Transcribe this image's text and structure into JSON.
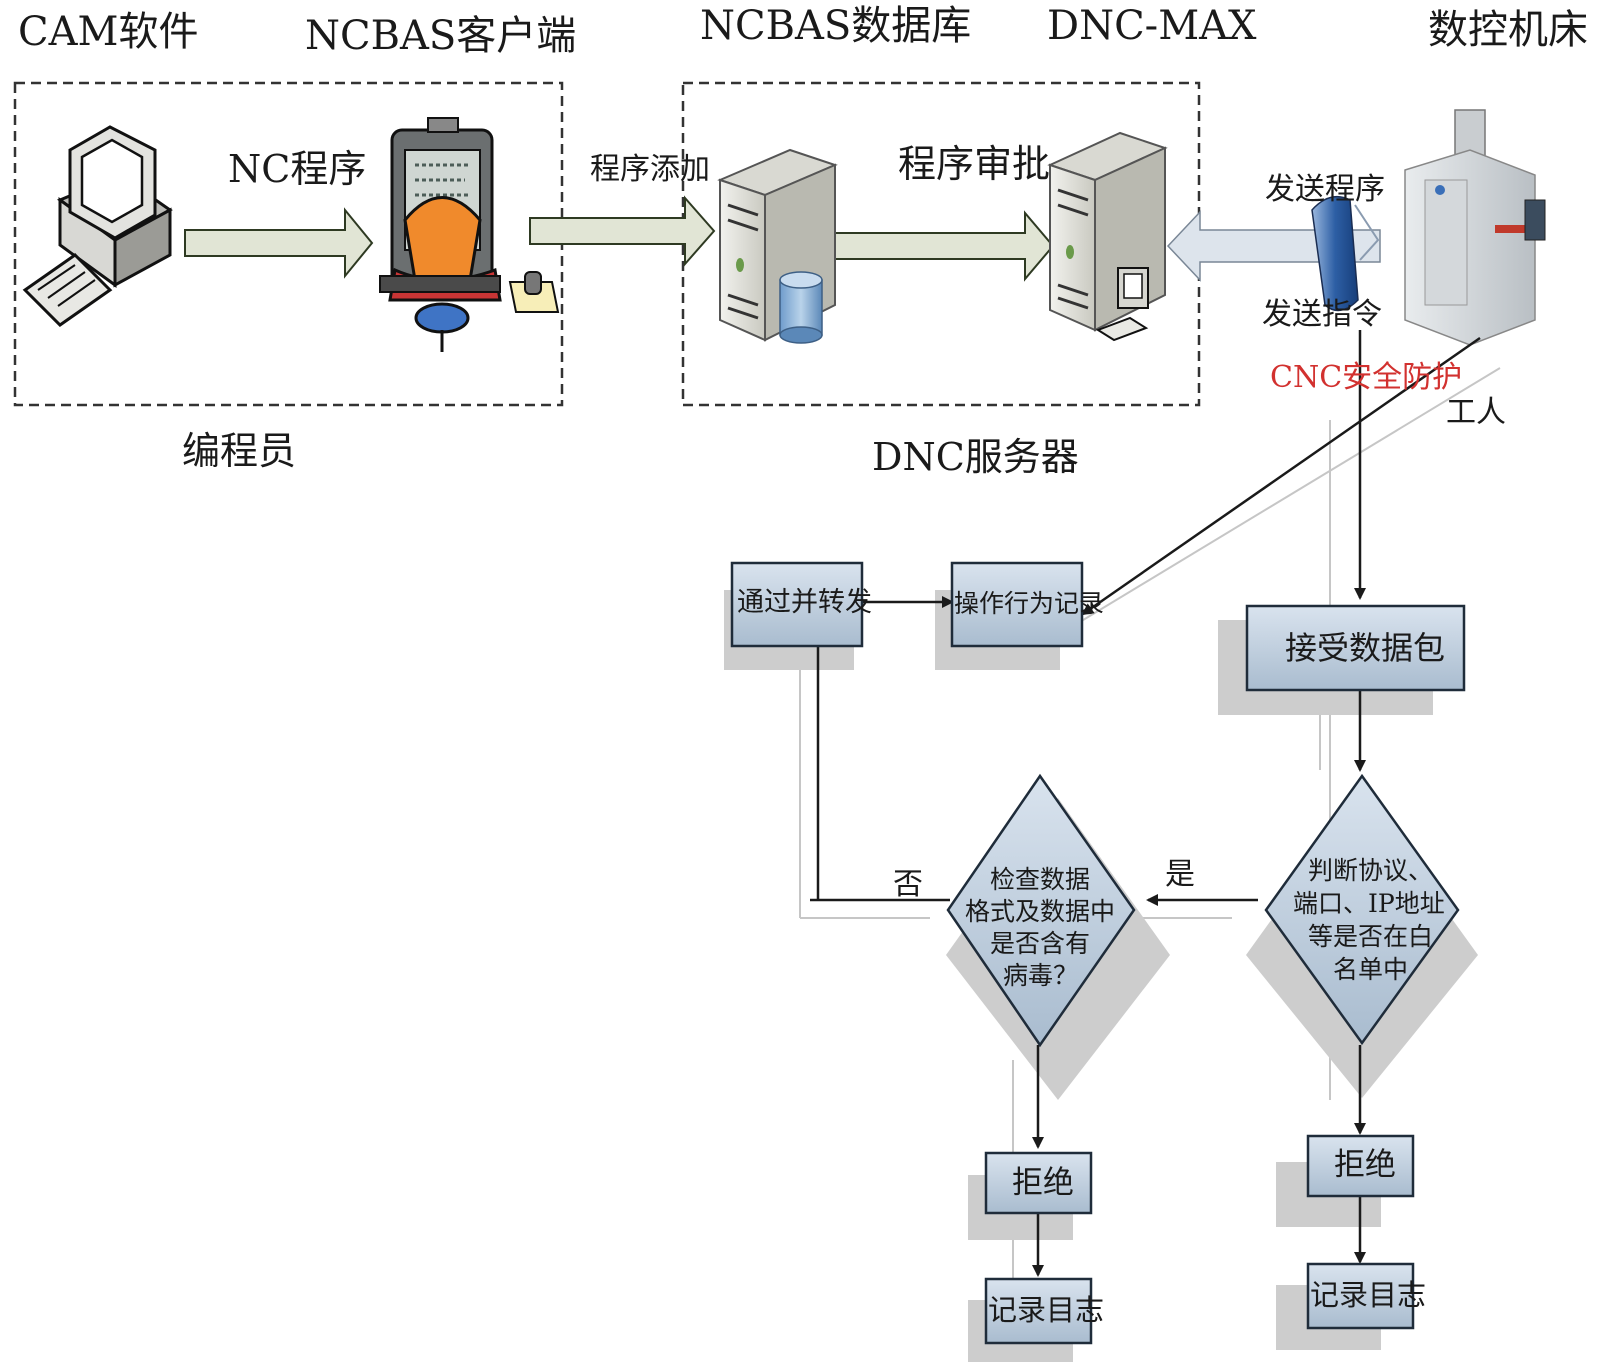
{
  "headers": {
    "cam": "CAM软件",
    "client": "NCBAS客户端",
    "db": "NCBAS数据库",
    "dnc_max": "DNC-MAX",
    "machine": "数控机床"
  },
  "arrows": {
    "nc_program": "NC程序",
    "add_program": "程序添加",
    "approval": "程序审批",
    "send_program": "发送程序",
    "send_command": "发送指令"
  },
  "groups": {
    "programmer": "编程员",
    "dnc_server": "DNC服务器"
  },
  "protection": {
    "cnc": "CNC安全防护",
    "worker": "工人"
  },
  "flow": {
    "receive": "接受数据包",
    "whitelist": [
      "判断协议、",
      "端口、IP地址",
      "等是否在白",
      "名单中"
    ],
    "virus_check": [
      "检查数据",
      "格式及数据中",
      "是否含有",
      "病毒？"
    ],
    "yes": "是",
    "no": "否",
    "pass_forward": "通过并转发",
    "log_behavior": "操作行为记录",
    "reject_left": "拒绝",
    "log_left": "记录目志",
    "reject_right": "拒绝",
    "log_right": "记录目志"
  },
  "colors": {
    "box_fill": "#b7c7d8",
    "box_border": "#1f2c3a",
    "arrow_fill": "#e1e5d5",
    "arrow_border": "#2e3a22",
    "shadow": "#c8c8c8",
    "red_text": "#d2312f"
  }
}
